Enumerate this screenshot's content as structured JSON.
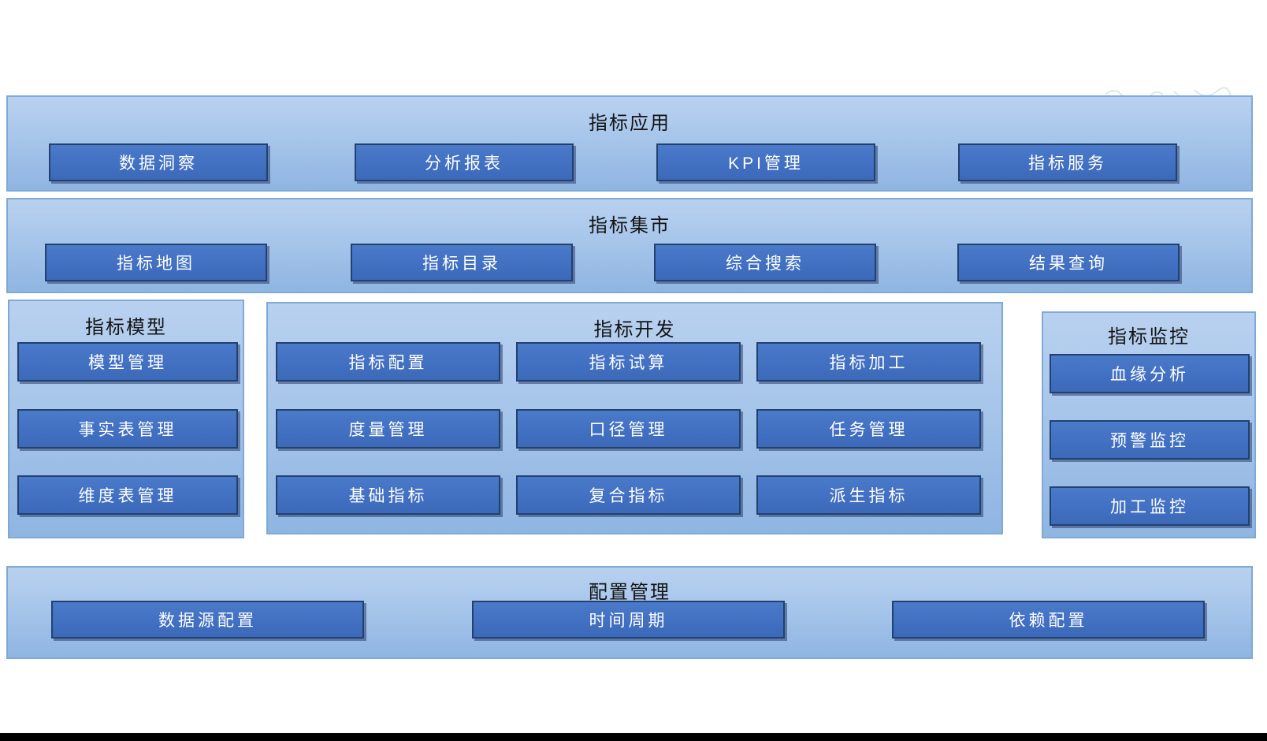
{
  "page": {
    "background_color": "#ffffff",
    "footer_bar_color": "#000000"
  },
  "colors": {
    "band_gradient_top": "#b9d1f0",
    "band_gradient_bottom": "#8fb5e2",
    "band_border": "#7fa9d6",
    "block_fill": "#4472c4",
    "block_border": "#22416f",
    "block_text": "#ffffff",
    "title_text": "#141414"
  },
  "sections": {
    "application": {
      "title": "指标应用",
      "items": [
        "数据洞察",
        "分析报表",
        "KPI管理",
        "指标服务"
      ]
    },
    "market": {
      "title": "指标集市",
      "items": [
        "指标地图",
        "指标目录",
        "综合搜索",
        "结果查询"
      ]
    },
    "model": {
      "title": "指标模型",
      "items": [
        "模型管理",
        "事实表管理",
        "维度表管理"
      ]
    },
    "development": {
      "title": "指标开发",
      "rows": [
        [
          "指标配置",
          "指标试算",
          "指标加工"
        ],
        [
          "度量管理",
          "口径管理",
          "任务管理"
        ],
        [
          "基础指标",
          "复合指标",
          "派生指标"
        ]
      ]
    },
    "monitoring": {
      "title": "指标监控",
      "items": [
        "血缘分析",
        "预警监控",
        "加工监控"
      ]
    },
    "configuration": {
      "title": "配置管理",
      "items": [
        "数据源配置",
        "时间周期",
        "依赖配置"
      ]
    }
  }
}
